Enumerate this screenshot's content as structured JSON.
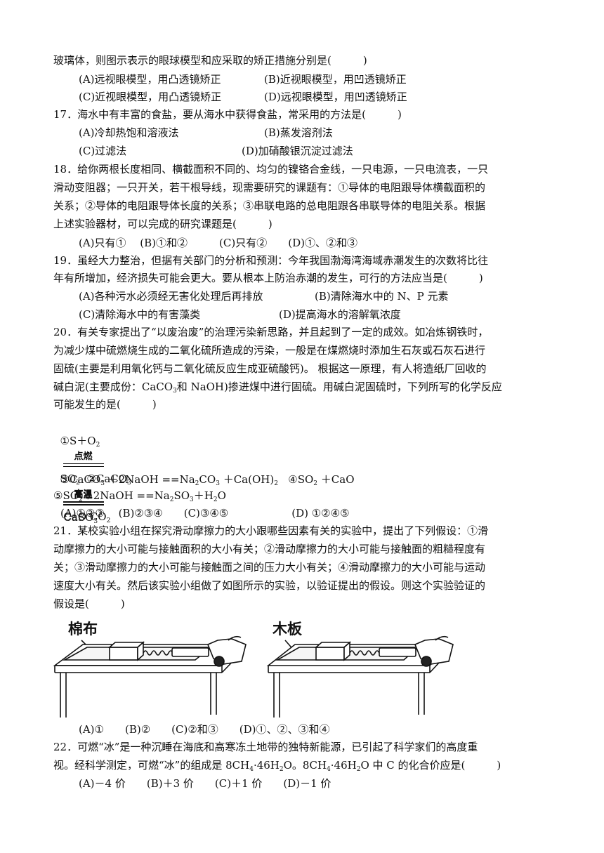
{
  "q16": {
    "tail": "玻璃体，则图示表示的眼球模型和应采取的矫正措施分别是(　　　)",
    "a": "(A)远视眼模型，用凸透镜矫正",
    "b": "(B)近视眼模型，用凹透镜矫正",
    "c": "(C)近视眼模型，用凸透镜矫正",
    "d": "(D)远视眼模型，用凹透镜矫正"
  },
  "q17": {
    "stem": "17．海水中有丰富的食盐，要从海水中获得食盐，常采用的方法是(　　　)",
    "a": "(A)冷却热饱和溶液法",
    "b": "(B)蒸发溶剂法",
    "c": "(C)过滤法",
    "d": "(D)加硝酸银沉淀过滤法"
  },
  "q18": {
    "l1": "18．给你两根长度相同、横截面积不同的、均匀的镍铬合金线，一只电源，一只电流表，一只",
    "l2": "滑动变阻器；一只开关，若干根导线，现需要研究的课题有：①导体的电阻跟导体横截面积的",
    "l3": "关系；②导体的电阻跟导体长度的关系；③串联电路的总电阻跟各串联导体的电阻关系。根据",
    "l4": "上述实验器材，可以完成的研究课题是(　　　)",
    "opts": "(A)只有①　 (B)①和②　　　(C)只有②　　(D)①、②和③"
  },
  "q19": {
    "l1": "19．虽经大力整治，但据有关部门的分析和预测：今年我国渤海湾海域赤潮发生的次数将比往",
    "l2": "年有所增加，经济损失可能会更大。要从根本上防治赤潮的发生，可行的方法应当是(　　　)",
    "a": "(A)各种污水必须经无害化处理后再排放",
    "b": "(B)清除海水中的 N、P 元素",
    "c": "(C)清除海水中的有害藻类",
    "d": "(D)提高海水的溶解氧浓度"
  },
  "q20": {
    "l1": "20．有关专家提出了“以废治废”的治理污染新思路，并且起到了一定的成效。如冶炼钢铁时，",
    "l2": "为减少煤中硫燃烧生成的二氧化硫所造成的污染，一般是在煤燃烧时添加生石灰或石灰石进行",
    "l3": "固硫(主要是利用氧化钙与二氧化硫反应生成亚硫酸钙)。 根据这一原理，有人将造纸厂回收的",
    "l4a": "碱白泥(主要成份：CaCO",
    "l4b": "和 NaOH)掺进煤中进行固硫。用碱白泥固硫时，下列所写的化学反应",
    "l5": "可能发生的是(　　　)",
    "cond_burn": "点燃",
    "cond_heat": "高温",
    "opts": "(A)①②③　 (B)②③④　　(C)③④⑤　　　　　　(D) ①②④⑤"
  },
  "q21": {
    "l1": "21．某校实验小组在探究滑动摩擦力的大小跟哪些因素有关的实验中，提出了下列假设：①滑",
    "l2": "动摩擦力的大小可能与接触面积的大小有关；②滑动摩擦力的大小可能与接触面的粗糙程度有",
    "l3": "关；③滑动摩擦力的大小可能与接触面之间的压力大小有关；④滑动摩擦力的大小可能与运动",
    "l4": "速度大小有关。然后该实验小组做了如图所示的实验，以验证提出的假设。则这个实验验证的",
    "l5": "假设是(　　　)",
    "fig_left": "棉布",
    "fig_right": "木板",
    "opts": "(A)①　　(B)②　　(C)②和③　　(D)①、②、③和④"
  },
  "q22": {
    "l1": "22．可燃“冰”是一种沉睡在海底和高寒冻土地带的独特新能源，已引起了科学家们的高度重",
    "l2a": "视。经科学测定，可燃“冰”的组成是 8CH",
    "l2b": "·46H",
    "l2c": "O。8CH",
    "l2d": "·46H",
    "l2e": "O 中 C 的化合价应是(　　　)",
    "opts": "(A)－4 价　　(B)＋3 价　　(C)＋1 价　　(D)－1 价"
  }
}
